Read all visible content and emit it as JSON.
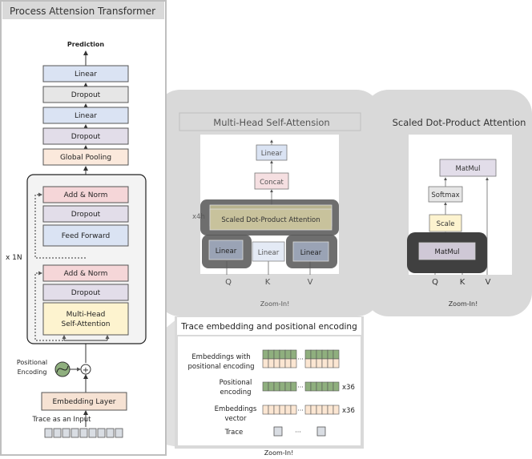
{
  "left_panel": {
    "title": "Process Attension Transformer",
    "prediction": "Prediction",
    "blocks": {
      "linear_top": "Linear",
      "dropout_top": "Dropout",
      "linear_mid": "Linear",
      "dropout_mid": "Dropout",
      "global_pooling": "Global Pooling",
      "add_norm_top": "Add & Norm",
      "dropout_block_top": "Dropout",
      "feed_forward": "Feed Forward",
      "add_norm_bottom": "Add & Norm",
      "dropout_block_bottom": "Dropout",
      "mhsa_line1": "Multi-Head",
      "mhsa_line2": "Self-Attention",
      "embedding_layer": "Embedding Layer"
    },
    "repeat_label": "x 1N",
    "positional_line1": "Positional",
    "positional_line2": "Encoding",
    "plus": "+",
    "trace_input": "Trace as an Input"
  },
  "mhsa_panel": {
    "title": "Multi-Head Self-Attension",
    "linear_top": "Linear",
    "concat": "Concat",
    "repeat_label": "x4h",
    "sdpa": "Scaled Dot-Product Attention",
    "linear_q": "Linear",
    "linear_k": "Linear",
    "linear_v": "Linear",
    "q": "Q",
    "k": "K",
    "v": "V",
    "zoom": "Zoom-In!"
  },
  "sdpa_panel": {
    "title": "Scaled Dot-Product Attention",
    "matmul_top": "MatMul",
    "softmax": "Softmax",
    "scale": "Scale",
    "matmul_bottom": "MatMul",
    "q": "Q",
    "k": "K",
    "v": "V",
    "zoom": "Zoom-In!"
  },
  "trace_panel": {
    "title": "Trace embedding and positional encoding",
    "emb_pos_line1": "Embeddings with",
    "emb_pos_line2": "positional encoding",
    "pos_line1": "Positional",
    "pos_line2": "encoding",
    "emb_line1": "Embeddings",
    "emb_line2": "vector",
    "trace": "Trace",
    "ellipsis": "···",
    "x36": "x36",
    "zoom": "Zoom-In!"
  },
  "colors": {
    "linear_blue": "#dae3f3",
    "dropout_gray": "#e6e6e6",
    "dropout_purple": "#e2dde9",
    "global_pool": "#fbe9dc",
    "add_norm_pink": "#f5d6d8",
    "attention_yellow": "#fdf3cf",
    "embed_orange": "#f6e2d3",
    "green_cell": "#8faf7e",
    "tan_cell": "#fbe6d2",
    "panel_gray": "#d9d9d9",
    "dark_highlight": "#555555"
  }
}
